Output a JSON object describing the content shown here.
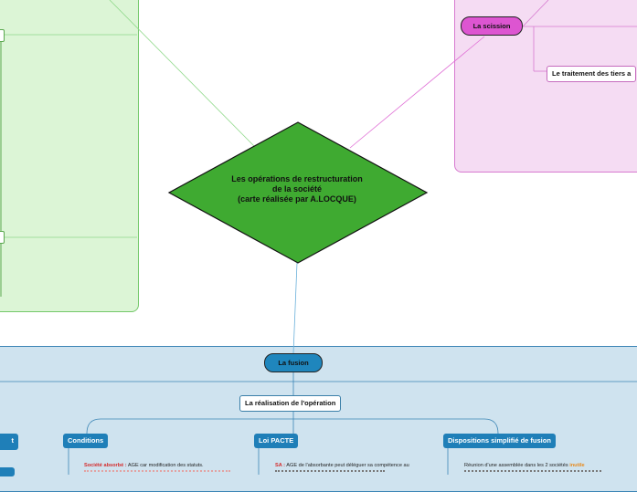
{
  "center": {
    "line1": "Les opérations de restructuration",
    "line2": "de la société",
    "line3": "(carte réalisée par A.LOCQUE)",
    "color": "#3faa31"
  },
  "scission": {
    "label": "La scission",
    "color": "#dd55d1",
    "children": [
      "Le traitement des tiers a"
    ]
  },
  "fusion": {
    "label": "La fusion",
    "color": "#1f86bd",
    "realisation": "La réalisation de l'opération",
    "branches": {
      "conditions": "Conditions",
      "loi_pacte": "Loi PACTE",
      "dispositions": "Dispositions simplifié de fusion"
    },
    "left_edge_fragment": "t"
  },
  "details": {
    "conditions_lead": "Société absorbé :",
    "conditions_text": "AGE car modification des statuts.",
    "loi_pacte_lead": "SA :",
    "loi_pacte_text": "AGE de l'absorbante peut déléguer sa compétence au",
    "dispositions_text_a": "Réunion d'une assemblée dans les 2 sociétés",
    "dispositions_text_b": "inutile"
  }
}
